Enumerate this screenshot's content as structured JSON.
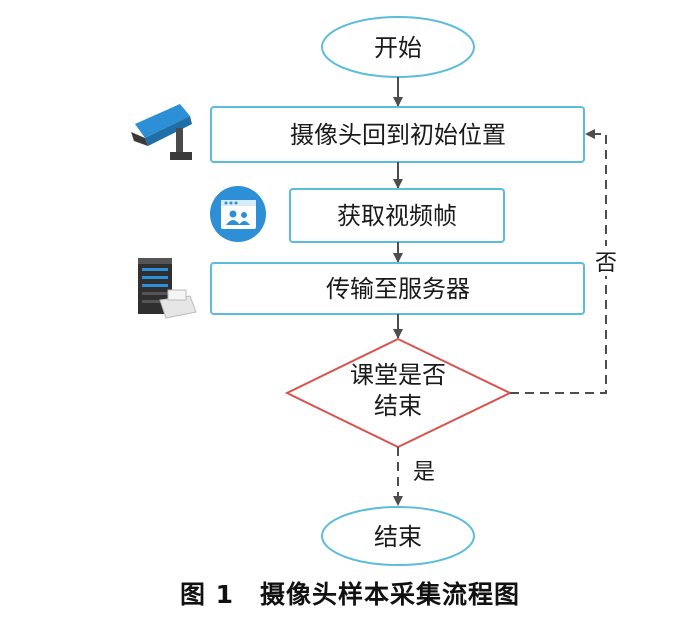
{
  "colors": {
    "node_stroke": "#5bbcdc",
    "decision_stroke": "#d9534f",
    "arrow": "#4d4d4d",
    "icon_blue": "#2d8fd5",
    "icon_dark": "#3a3a3a"
  },
  "flow": {
    "start": "开始",
    "step1": "摄像头回到初始位置",
    "step2": "获取视频帧",
    "step3": "传输至服务器",
    "decision_line1": "课堂是否",
    "decision_line2": "结束",
    "yes_label": "是",
    "no_label": "否",
    "end": "结束"
  },
  "icons": {
    "step1": "camera-icon",
    "step2": "video-window-icon",
    "step3": "server-icon"
  },
  "caption": "图 1　摄像头样本采集流程图"
}
